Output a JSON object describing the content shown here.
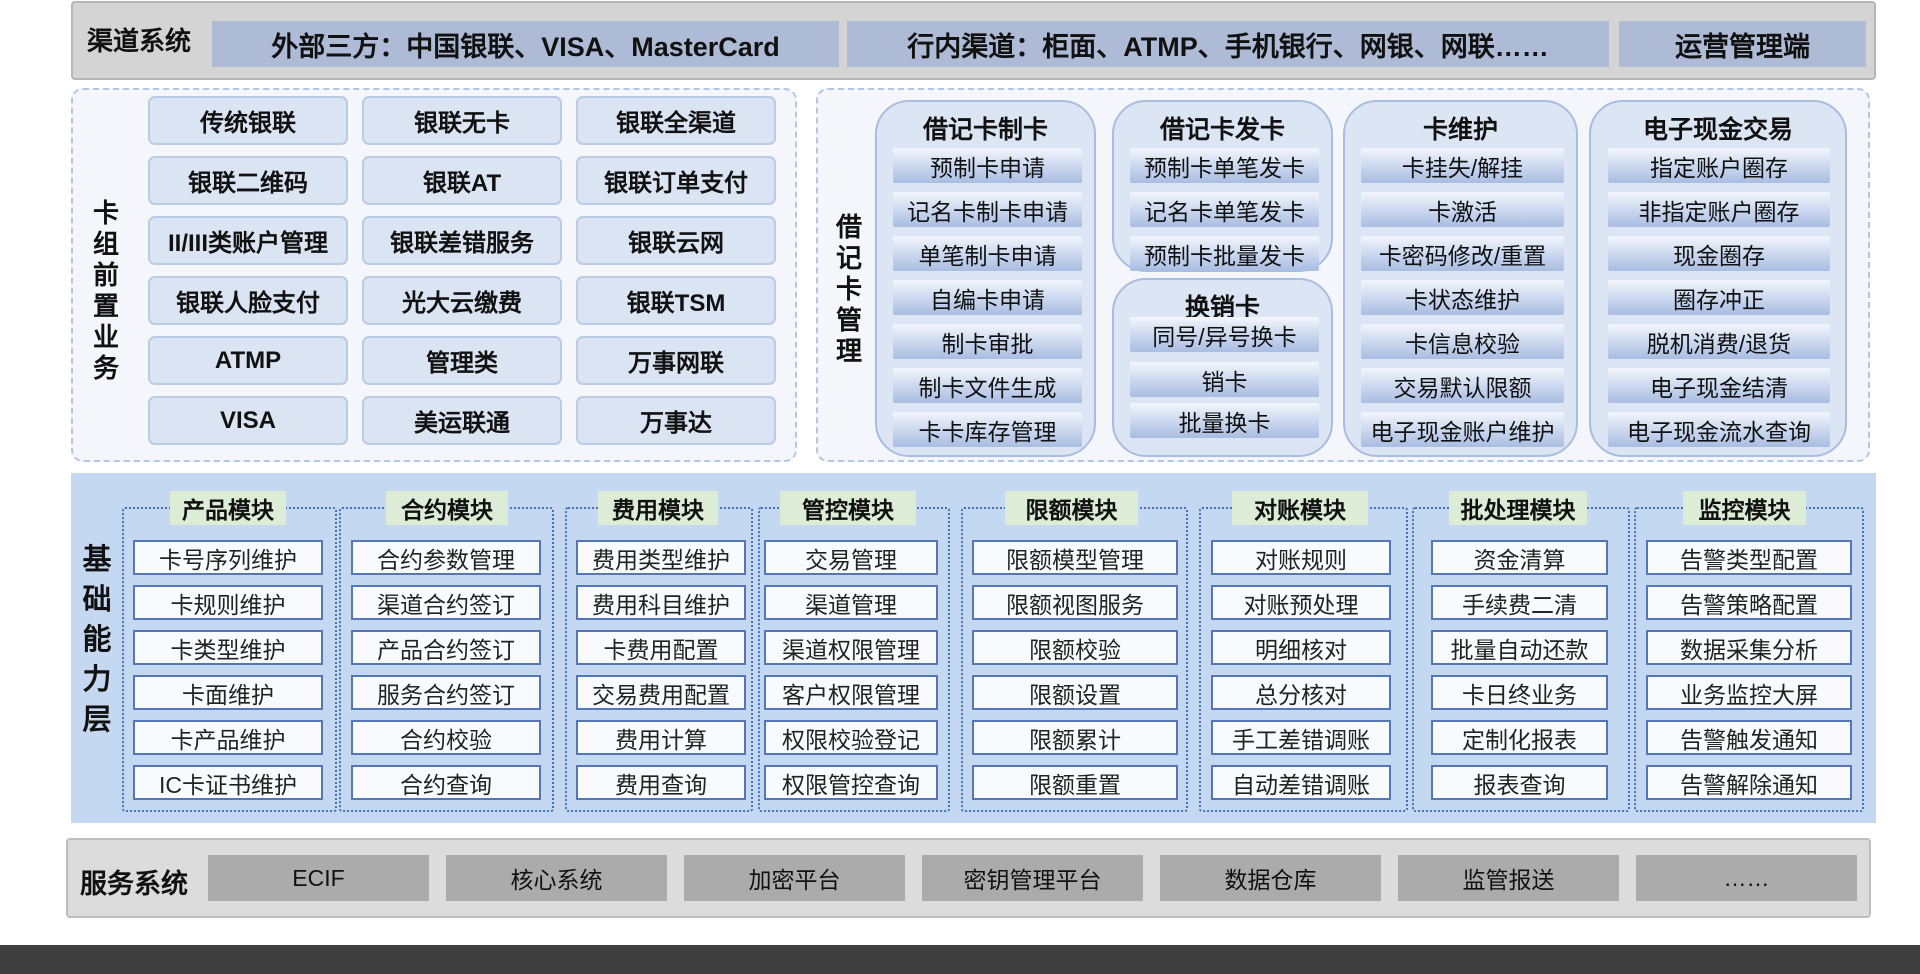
{
  "channel": {
    "title": "渠道系统",
    "external": "外部三方：中国银联、VISA、MasterCard",
    "internal": "行内渠道：柜面、ATMP、手机银行、网银、网联……",
    "ops": "运营管理端"
  },
  "front": {
    "title": "卡组前置业务",
    "items": [
      "传统银联",
      "银联无卡",
      "银联全渠道",
      "银联二维码",
      "银联AT",
      "银联订单支付",
      "II/III类账户管理",
      "银联差错服务",
      "银联云网",
      "银联人脸支付",
      "光大云缴费",
      "银联TSM",
      "ATMP",
      "管理类",
      "万事网联",
      "VISA",
      "美运联通",
      "万事达"
    ]
  },
  "debit": {
    "title": "借记卡管理",
    "make": {
      "title": "借记卡制卡",
      "items": [
        "预制卡申请",
        "记名卡制卡申请",
        "单笔制卡申请",
        "自编卡申请",
        "制卡审批",
        "制卡文件生成",
        "卡卡库存管理"
      ]
    },
    "issue": {
      "title": "借记卡发卡",
      "items": [
        "预制卡单笔发卡",
        "记名卡单笔发卡",
        "预制卡批量发卡"
      ]
    },
    "swap": {
      "title": "换销卡",
      "items": [
        "同号/异号换卡",
        "销卡",
        "批量换卡"
      ]
    },
    "maint": {
      "title": "卡维护",
      "items": [
        "卡挂失/解挂",
        "卡激活",
        "卡密码修改/重置",
        "卡状态维护",
        "卡信息校验",
        "交易默认限额",
        "电子现金账户维护"
      ]
    },
    "ecash": {
      "title": "电子现金交易",
      "items": [
        "指定账户圈存",
        "非指定账户圈存",
        "现金圈存",
        "圈存冲正",
        "脱机消费/退货",
        "电子现金结清",
        "电子现金流水查询"
      ]
    }
  },
  "base": {
    "title": "基础能力层",
    "modules": [
      {
        "title": "产品模块",
        "items": [
          "卡号序列维护",
          "卡规则维护",
          "卡类型维护",
          "卡面维护",
          "卡产品维护",
          "IC卡证书维护"
        ]
      },
      {
        "title": "合约模块",
        "items": [
          "合约参数管理",
          "渠道合约签订",
          "产品合约签订",
          "服务合约签订",
          "合约校验",
          "合约查询"
        ]
      },
      {
        "title": "费用模块",
        "items": [
          "费用类型维护",
          "费用科目维护",
          "卡费用配置",
          "交易费用配置",
          "费用计算",
          "费用查询"
        ]
      },
      {
        "title": "管控模块",
        "items": [
          "交易管理",
          "渠道管理",
          "渠道权限管理",
          "客户权限管理",
          "权限校验登记",
          "权限管控查询"
        ]
      },
      {
        "title": "限额模块",
        "items": [
          "限额模型管理",
          "限额视图服务",
          "限额校验",
          "限额设置",
          "限额累计",
          "限额重置"
        ]
      },
      {
        "title": "对账模块",
        "items": [
          "对账规则",
          "对账预处理",
          "明细核对",
          "总分核对",
          "手工差错调账",
          "自动差错调账"
        ]
      },
      {
        "title": "批处理模块",
        "items": [
          "资金清算",
          "手续费二清",
          "批量自动还款",
          "卡日终业务",
          "定制化报表",
          "报表查询"
        ]
      },
      {
        "title": "监控模块",
        "items": [
          "告警类型配置",
          "告警策略配置",
          "数据采集分析",
          "业务监控大屏",
          "告警触发通知",
          "告警解除通知"
        ]
      }
    ]
  },
  "service": {
    "title": "服务系统",
    "items": [
      "ECIF",
      "核心系统",
      "加密平台",
      "密钥管理平台",
      "数据仓库",
      "监管报送",
      "……"
    ]
  }
}
